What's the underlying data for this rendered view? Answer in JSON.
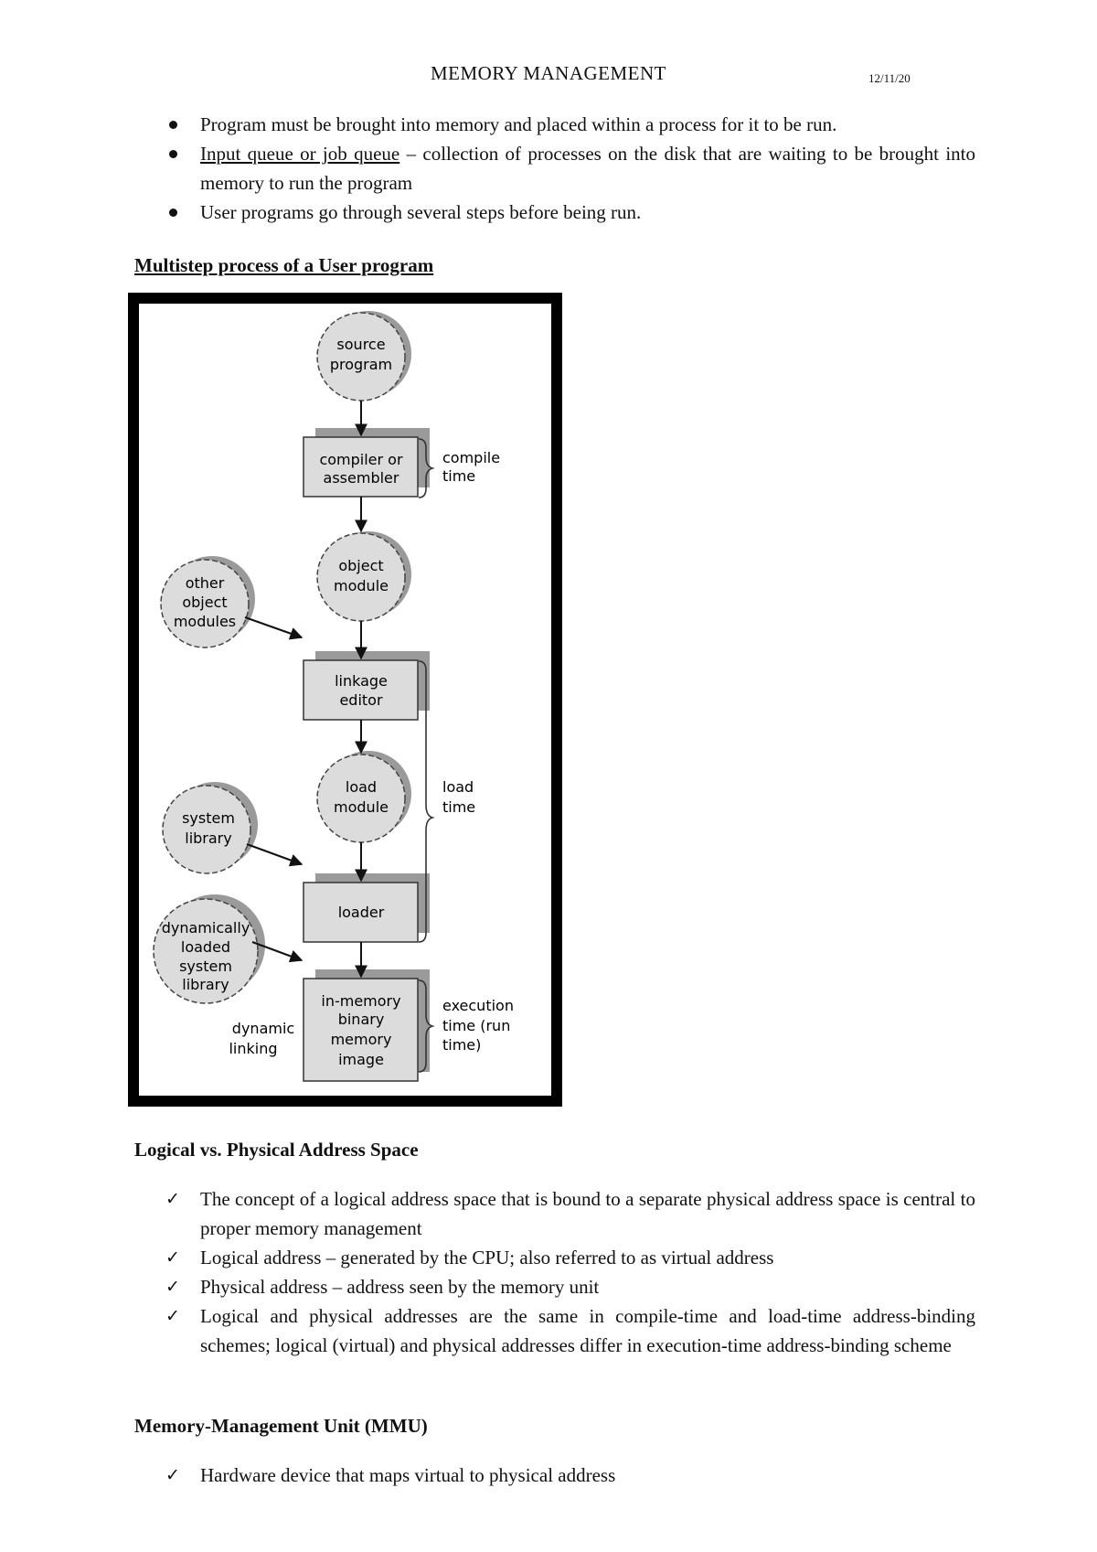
{
  "header": {
    "title": "MEMORY MANAGEMENT",
    "date": "12/11/20"
  },
  "intro_bullets": [
    {
      "text": "Program must be brought into memory and placed within a process for it to be run."
    },
    {
      "underlined": "Input queue or job queue",
      "text": " – collection of processes on the disk that are waiting to be brought into memory to run the program"
    },
    {
      "text": "User programs go through several steps before being run."
    }
  ],
  "section1": {
    "heading": "Multistep process of a User program"
  },
  "diagram": {
    "source_program": [
      "source",
      "program"
    ],
    "compiler": [
      "compiler or",
      "assembler"
    ],
    "object_module": [
      "object",
      "module"
    ],
    "other_object_modules": [
      "other",
      "object",
      "modules"
    ],
    "linkage_editor": [
      "linkage",
      "editor"
    ],
    "load_module": [
      "load",
      "module"
    ],
    "system_library": [
      "system",
      "library"
    ],
    "loader": [
      "loader"
    ],
    "dynamic_library": [
      "dynamically",
      "loaded",
      "system",
      "library"
    ],
    "dynamic_linking": [
      "dynamic",
      "linking"
    ],
    "in_memory_image": [
      "in-memory",
      "binary",
      "memory",
      "image"
    ],
    "compile_time": [
      "compile",
      "time"
    ],
    "load_time": [
      "load",
      "time"
    ],
    "execution_time": [
      "execution",
      "time  (run",
      "time)"
    ]
  },
  "section2": {
    "heading": "Logical vs. Physical Address Space",
    "items": [
      "The concept of a logical address space that is bound to a separate physical address space is central to proper memory management",
      "Logical address – generated by the CPU; also referred to as virtual address",
      "Physical address – address seen by the memory unit",
      "Logical and physical addresses are the same in compile-time and load-time address-binding schemes; logical (virtual) and physical addresses differ in execution-time address-binding scheme"
    ]
  },
  "section3": {
    "heading": "Memory-Management Unit (MMU)",
    "items": [
      "Hardware device that maps virtual to physical address"
    ]
  },
  "check_glyph": "✓"
}
